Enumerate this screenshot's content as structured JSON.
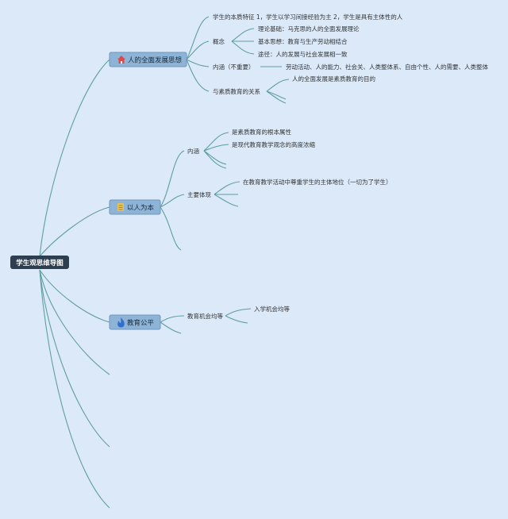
{
  "root": {
    "label": "学生观思维导图"
  },
  "branches": [
    {
      "label": "人的全面发展思想",
      "icon": "house-icon",
      "children": [
        {
          "label": "学生的本质特征 1，学生以学习间接经验为主 2，学生是具有主体性的人"
        },
        {
          "label": "概念",
          "children": [
            {
              "label": "理论基础：马克思的人的全面发展理论"
            },
            {
              "label": "基本思想：教育与生产劳动相结合"
            },
            {
              "label": "途径：人的发展与社会发展相一致"
            }
          ]
        },
        {
          "label": "内涵（不重要）",
          "children": [
            {
              "label": "劳动活动、人的能力、社会关、人类整体系、自由个性、人的需要、人类整体"
            }
          ]
        },
        {
          "label": "与素质教育的关系",
          "children": [
            {
              "label": "人的全面发展是素质教育的目的"
            }
          ]
        }
      ]
    },
    {
      "label": "以人为本",
      "icon": "scroll-icon",
      "children": [
        {
          "label": "内涵",
          "children": [
            {
              "label": "是素质教育的根本属性"
            },
            {
              "label": "是现代教育教学观念的高度浓缩"
            }
          ]
        },
        {
          "label": "主要体现",
          "children": [
            {
              "label": "在教育教学活动中尊重学生的主体地位（一切为了学生）"
            }
          ]
        }
      ]
    },
    {
      "label": "教育公平",
      "icon": "flame-icon",
      "children": [
        {
          "label": "教育机会均等",
          "children": [
            {
              "label": "入学机会均等"
            }
          ]
        }
      ]
    }
  ],
  "colors": {
    "background": "#dbe9f9",
    "connector": "#5f9ea0",
    "root_fill": "#2c3e50",
    "branch_fill": "#8db4d6",
    "branch_border": "#6f98bd"
  }
}
